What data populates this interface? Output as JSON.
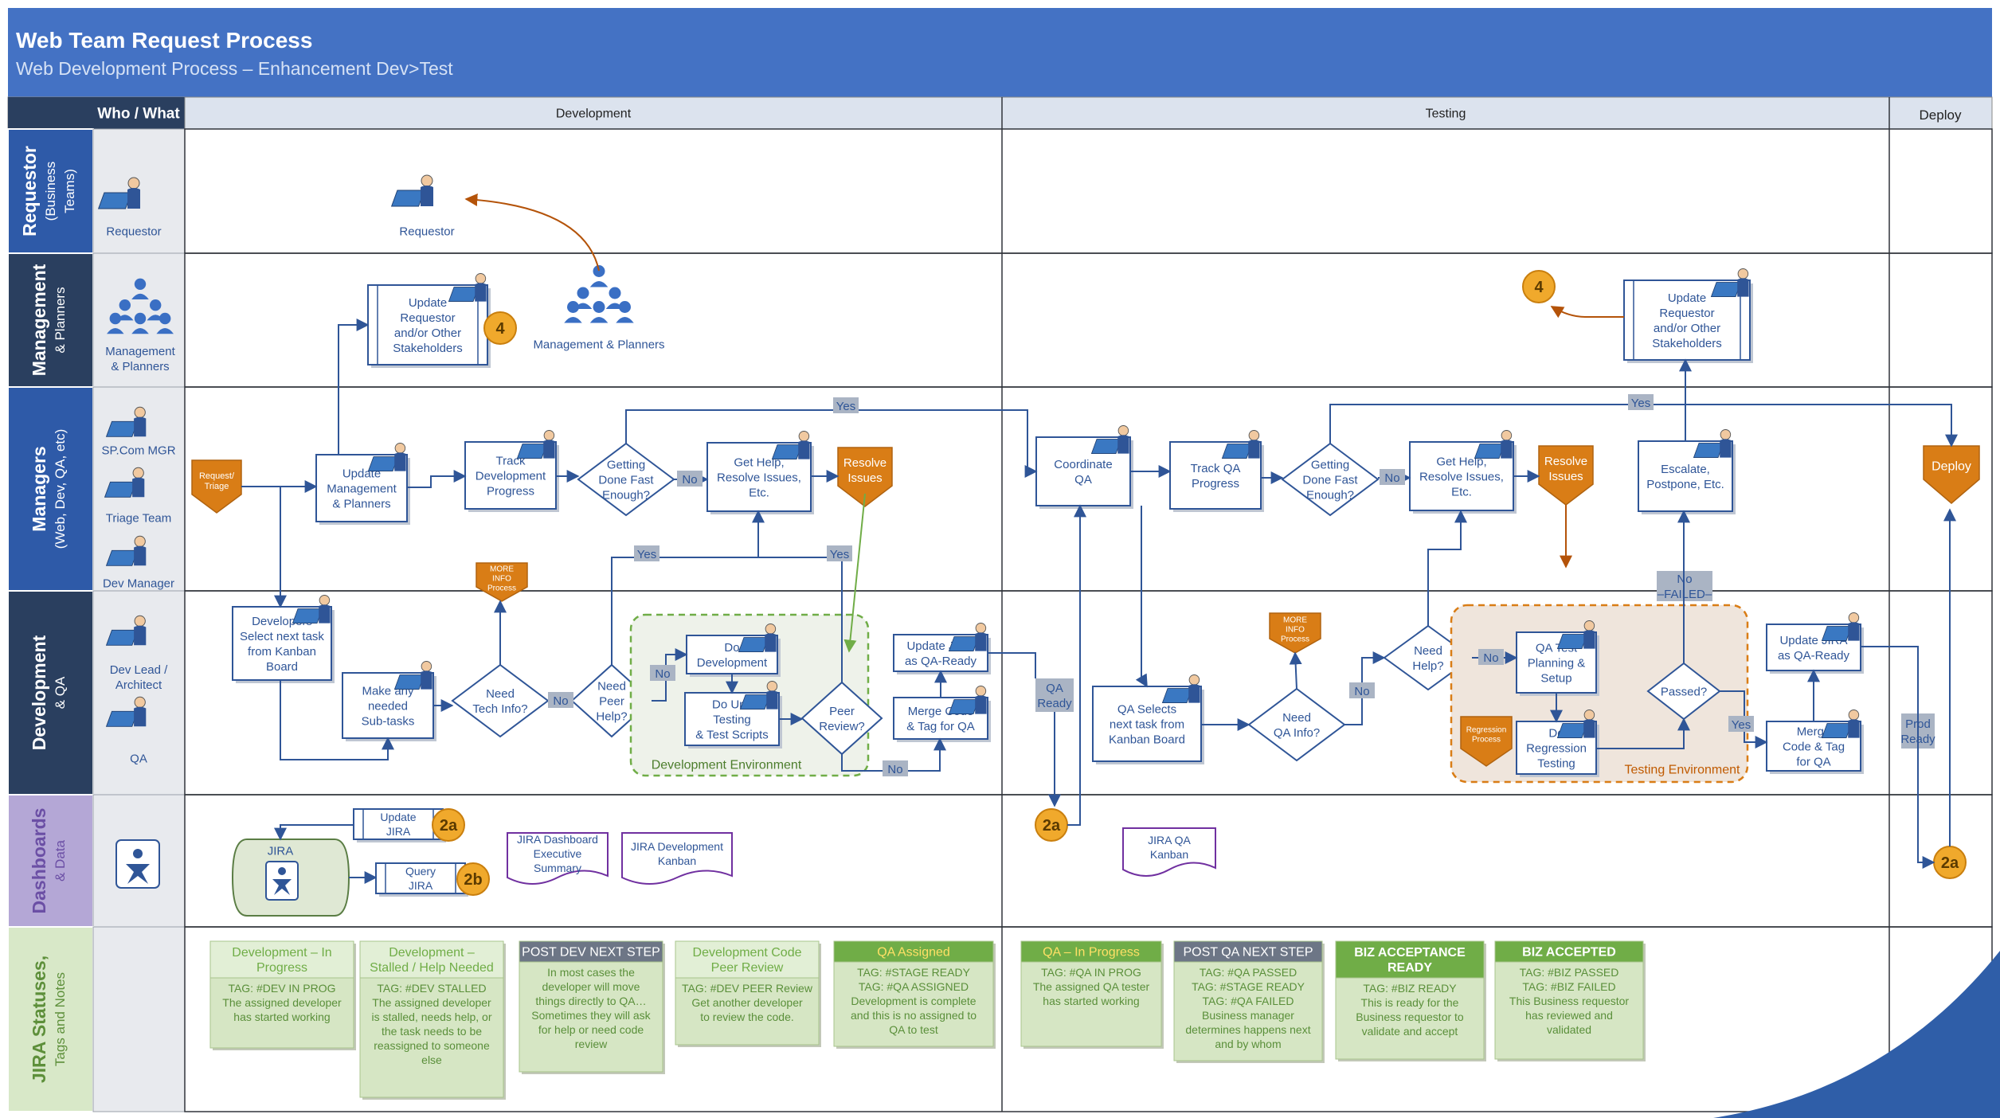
{
  "header": {
    "title": "Web Team Request Process",
    "subtitle": "Web Development Process – Enhancement Dev>Test"
  },
  "columns": {
    "who_what": "Who / What",
    "development": "Development",
    "testing": "Testing",
    "deploy": "Deploy"
  },
  "lanes": {
    "requestor": [
      "Requestor",
      "(Business",
      "Teams)"
    ],
    "management": [
      "Management",
      "& Planners"
    ],
    "managers": [
      "Managers",
      "(Web, Dev, QA, etc)"
    ],
    "devqa": [
      "Development",
      "& QA"
    ],
    "dashboards": [
      "Dashboards",
      "& Data"
    ],
    "jira": [
      "JIRA Statuses,",
      "Tags and Notes"
    ]
  },
  "roles": {
    "requestor": [
      "Requestor"
    ],
    "management": [
      "Management",
      "& Planners"
    ],
    "spcom": [
      "SP.Com MGR"
    ],
    "triage": [
      "Triage Team"
    ],
    "devmgr": [
      "Dev Manager"
    ],
    "devlead": [
      "Dev Lead /",
      "Architect"
    ],
    "qa": [
      "QA"
    ]
  },
  "process": {
    "requestor": [
      "Requestor"
    ],
    "management": [
      "Management & Planners"
    ],
    "update_stakeholders": [
      "Update",
      "Requestor",
      "and/or Other",
      "Stakeholders"
    ],
    "update_stakeholders_2": [
      "Update",
      "Requestor",
      "and/or Other",
      "Stakeholders"
    ],
    "request_triage": [
      "Request/",
      "Triage"
    ],
    "update_mgmt": [
      "Update",
      "Management",
      "& Planners"
    ],
    "track_dev": [
      "Track",
      "Development",
      "Progress"
    ],
    "getting_done_1": [
      "Getting",
      "Done Fast",
      "Enough?"
    ],
    "get_help_1": [
      "Get Help,",
      "Resolve Issues,",
      "Etc."
    ],
    "resolve_1": [
      "Resolve",
      "Issues"
    ],
    "coordinate_qa": [
      "Coordinate",
      "QA"
    ],
    "track_qa": [
      "Track QA",
      "Progress"
    ],
    "getting_done_2": [
      "Getting",
      "Done Fast",
      "Enough?"
    ],
    "get_help_2": [
      "Get Help,",
      "Resolve Issues,",
      "Etc."
    ],
    "resolve_2": [
      "Resolve",
      "Issues"
    ],
    "escalate": [
      "Escalate,",
      "Postpone, Etc."
    ],
    "deploy": [
      "Deploy"
    ],
    "select_task": [
      "Developers",
      "Select next task",
      "from Kanban",
      "Board"
    ],
    "make_subtasks": [
      "Make any",
      "needed",
      "Sub-tasks"
    ],
    "need_tech": [
      "Need",
      "Tech Info?"
    ],
    "more_info_1": [
      "MORE",
      "INFO",
      "Process"
    ],
    "need_peer": [
      "Need",
      "Peer",
      "Help?"
    ],
    "do_dev": [
      "Do",
      "Development"
    ],
    "unit_test": [
      "Do Unit",
      "Testing",
      "& Test Scripts"
    ],
    "peer_review": [
      "Peer",
      "Review?"
    ],
    "dev_env": [
      "Development Environment"
    ],
    "update_jira_qa": [
      "Update JIRA",
      "as QA-Ready"
    ],
    "merge_qa": [
      "Merge Code",
      "& Tag for QA"
    ],
    "qa_ready": [
      "QA",
      "Ready"
    ],
    "qa_selects": [
      "QA Selects",
      "next task from",
      "Kanban Board"
    ],
    "need_qa_info": [
      "Need",
      "QA Info?"
    ],
    "more_info_2": [
      "MORE",
      "INFO",
      "Process"
    ],
    "need_help": [
      "Need",
      "Help?"
    ],
    "qa_test_plan": [
      "QA Test",
      "Planning &",
      "Setup"
    ],
    "regression_process": [
      "Regression",
      "Process"
    ],
    "do_regression": [
      "Do",
      "Regression",
      "Testing"
    ],
    "passed": [
      "Passed?"
    ],
    "no_failed": [
      "No",
      "–FAILED–"
    ],
    "test_env": [
      "Testing Environment"
    ],
    "update_jira_qa_2": [
      "Update JIRA",
      "as QA-Ready"
    ],
    "merge_qa_2": [
      "Merge",
      "Code & Tag",
      "for QA"
    ],
    "prod_ready": [
      "Prod",
      "Ready"
    ],
    "update_jira": [
      "Update",
      "JIRA"
    ],
    "jira": [
      "JIRA"
    ],
    "query_jira": [
      "Query",
      "JIRA"
    ],
    "dash_exec": [
      "JIRA Dashboard",
      "Executive",
      "Summary"
    ],
    "dev_kanban": [
      "JIRA Development",
      "Kanban"
    ],
    "qa_kanban": [
      "JIRA QA",
      "Kanban"
    ]
  },
  "edge_labels": {
    "yes": "Yes",
    "no": "No"
  },
  "connectors": {
    "c4": "4",
    "c2a": "2a",
    "c2b": "2b"
  },
  "status_cards": [
    {
      "title": [
        "Development – In",
        "Progress"
      ],
      "body": [
        "TAG: #DEV IN PROG",
        "The assigned developer",
        "has started working"
      ]
    },
    {
      "title": [
        "Development –",
        "Stalled / Help Needed"
      ],
      "body": [
        "TAG: #DEV STALLED",
        "The assigned developer",
        "is stalled, needs help, or",
        "the task needs to be",
        "reassigned to someone",
        "else"
      ]
    },
    {
      "title": [
        "POST DEV NEXT STEP"
      ],
      "body": [
        "In most cases the",
        "developer will move",
        "things directly to QA…",
        "Sometimes they will ask",
        "for help or need code",
        "review"
      ]
    },
    {
      "title": [
        "Development Code",
        "Peer Review"
      ],
      "body": [
        "TAG: #DEV PEER Review",
        "Get another developer",
        "to review the code."
      ]
    },
    {
      "title": [
        "QA Assigned"
      ],
      "body": [
        "TAG: #STAGE READY",
        "TAG: #QA ASSIGNED",
        "Development is complete",
        "and this is no assigned to",
        "QA to test"
      ]
    },
    {
      "title": [
        "QA – In Progress"
      ],
      "body": [
        "TAG: #QA IN PROG",
        "The assigned QA tester",
        "has started working"
      ]
    },
    {
      "title": [
        "POST QA NEXT STEP"
      ],
      "body": [
        "TAG: #QA PASSED",
        "TAG: #STAGE READY",
        "TAG: #QA FAILED",
        "Business manager",
        "determines happens next",
        "and by whom"
      ]
    },
    {
      "title": [
        "BIZ ACCEPTANCE",
        "READY"
      ],
      "body": [
        "TAG: #BIZ READY",
        "This is ready for the",
        "Business requestor to",
        "validate and accept"
      ]
    },
    {
      "title": [
        "BIZ ACCEPTED"
      ],
      "body": [
        "TAG: #BIZ PASSED",
        "TAG: #BIZ FAILED",
        "This Business requestor",
        "has reviewed and",
        "validated"
      ]
    }
  ],
  "colors": {
    "header_blue": "#4472c4",
    "lane_dark": "#2e4a6b",
    "lane_blue": "#2e5aa8",
    "lane_purple": "#b4a7d6",
    "lane_green": "#d8e8c8",
    "box_blue": "#2f5597",
    "orange": "#d97d16",
    "green": "#70ad47"
  }
}
